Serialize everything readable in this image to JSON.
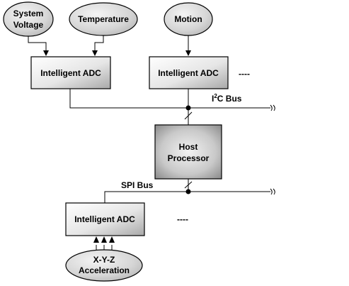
{
  "colors": {
    "box_fill_light": "#ececec",
    "box_fill_dark": "#9a9a9a",
    "ellipse_fill": "#d9d9d9",
    "line": "#000000",
    "text": "#000000"
  },
  "sources": {
    "system_voltage": {
      "line1": "System",
      "line2": "Voltage"
    },
    "temperature": {
      "label": "Temperature"
    },
    "motion": {
      "label": "Motion"
    },
    "acceleration": {
      "line1": "X-Y-Z",
      "line2": "Acceleration"
    }
  },
  "blocks": {
    "adc_left": {
      "label": "Intelligent ADC"
    },
    "adc_right": {
      "label": "Intelligent ADC"
    },
    "adc_bottom": {
      "label": "Intelligent ADC"
    },
    "host": {
      "line1": "Host",
      "line2": "Processor"
    }
  },
  "buses": {
    "i2c": {
      "prefix": "I",
      "superscript": "2",
      "suffix": "C Bus"
    },
    "spi": {
      "label": "SPI Bus"
    }
  },
  "continuation": {
    "top": "----",
    "bottom": "----"
  }
}
